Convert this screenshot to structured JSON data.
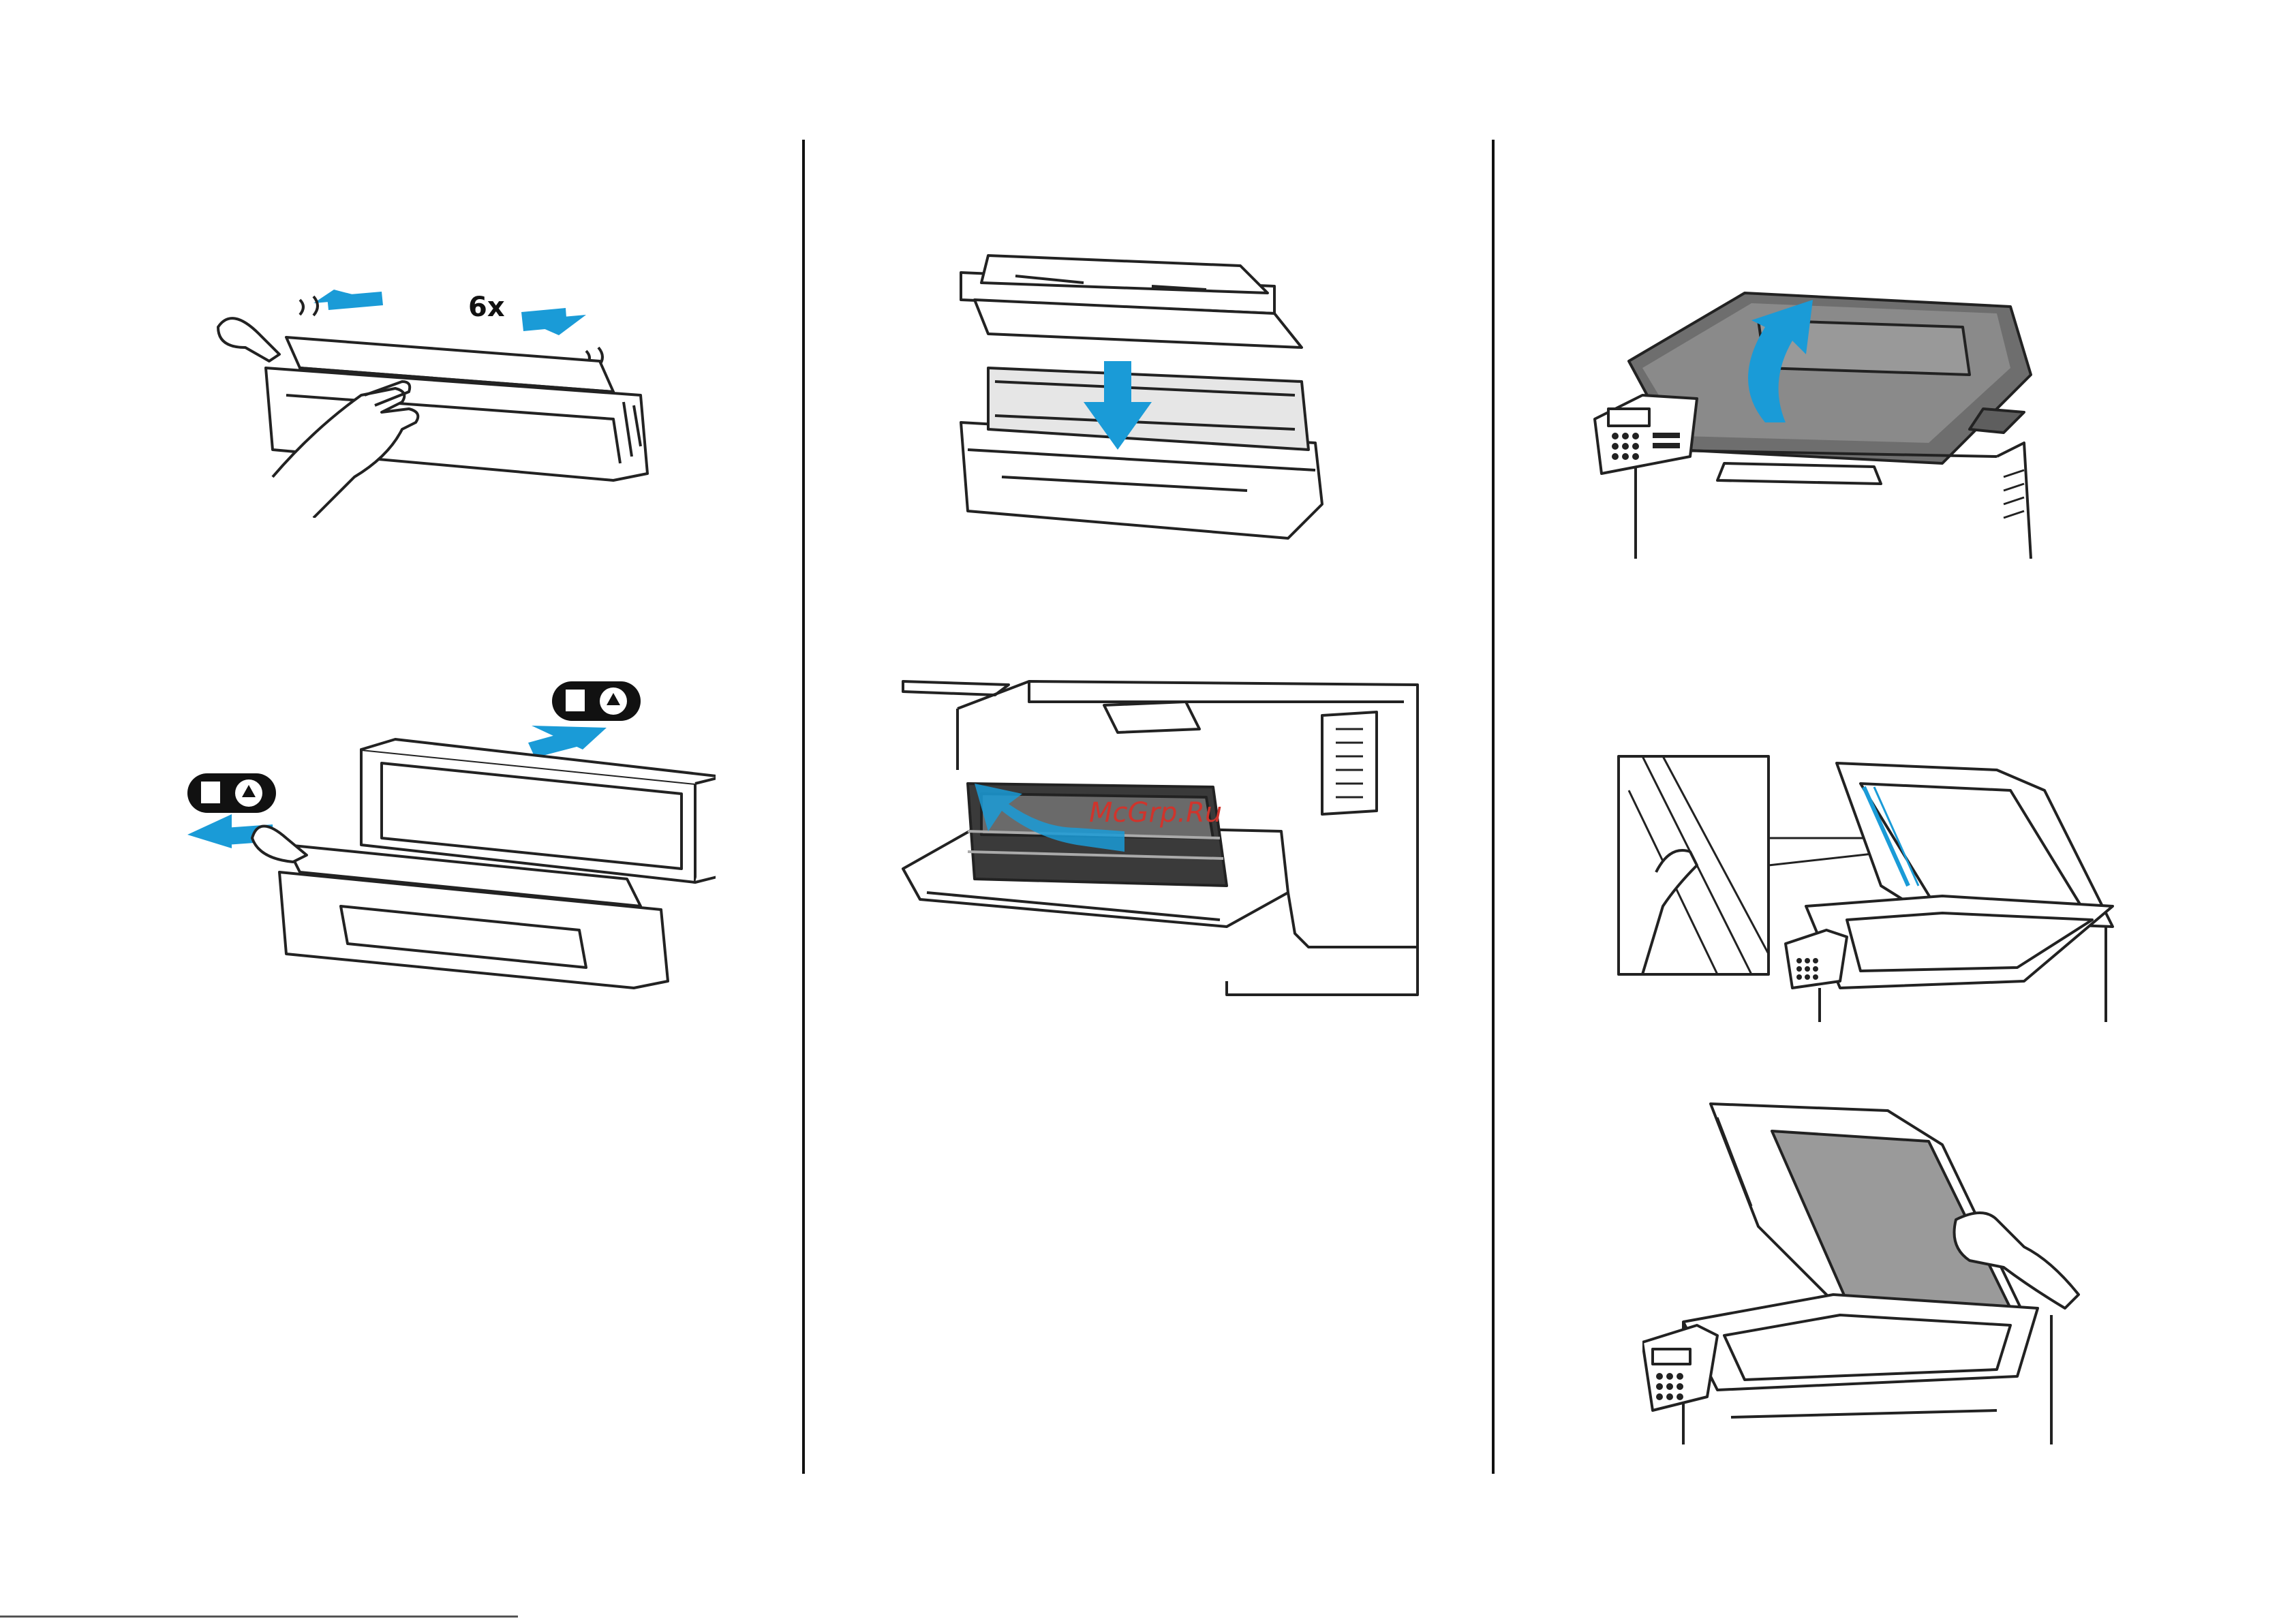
{
  "step_label": "6x",
  "watermark": "McGrp.Ru",
  "figures": {
    "shake_cartridge": "toner-cartridge-shake",
    "recycle_packaging": "recycle-packaging",
    "insert_cartridge_into_unit": "insert-toner-into-imaging-unit",
    "insert_unit_into_printer": "insert-imaging-unit-into-printer",
    "open_adf": "open-scanner-cover",
    "clean_adf_glass": "clean-adf-glass-strip",
    "clean_scanner_glass": "clean-scanner-glass"
  },
  "colors": {
    "arrow": "#1a9bd7",
    "line": "#222222",
    "fill": "#d9d9d9"
  }
}
